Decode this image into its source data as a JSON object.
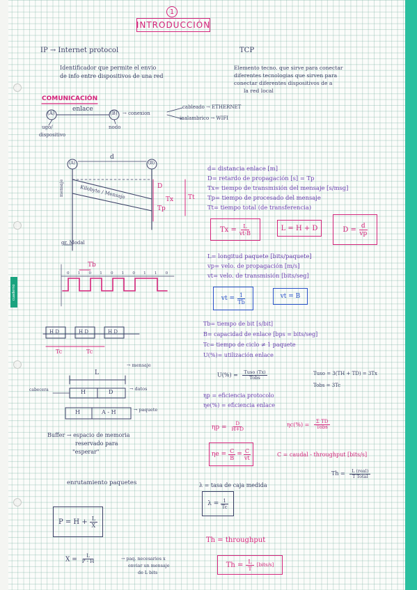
{
  "page_number": "1",
  "title": "INTRODUCCIÓN",
  "ip": {
    "heading": "IP → Internet protocol",
    "desc1": "Identificador que permite el envio",
    "desc2": "de info entre dispositivos de una red"
  },
  "tcp": {
    "heading": "TCP",
    "desc1": "Elemento tecno. que sirve para conectar",
    "desc2": "diferentes tecnologias que sirven para",
    "desc3": "conectar diferentes dispositivos de a",
    "desc4": "la red local"
  },
  "comunicacion": {
    "heading": "COMUNICACIÓN",
    "enlace": "enlace",
    "node_a": "(A)",
    "node_b": "(B)",
    "conexion": "→ conexion",
    "cableado": "cableado → ETHERNET",
    "inalambrico": "inalambrico → WIFI",
    "ugo": "ugo/",
    "dispositivo": "dispositivo",
    "nodo": "nodo"
  },
  "timing": {
    "d": "d",
    "node_a": "(A)",
    "node_b": "(B)",
    "mensaje": "mensaje",
    "label_slope": "Kilobyte / Mensaje",
    "D": "D",
    "Tx": "Tx",
    "Tp": "Tp",
    "Tt": "Tt",
    "grafo": "gr. Modal",
    "def_d": "d= distancia enlace [m]",
    "def_D": "D= retardo de propagación [s] = Tp",
    "def_Tx": "Tx= tiempo de transmisión del mensaje [s/msg]",
    "def_Tp": "Tp= tiempo de procesado del mensaje",
    "def_Tt": "Tt= tiempo total (de transferencia)",
    "f_Tx_lhs": "Tx =",
    "f_Tx_num": "L",
    "f_Tx_den": "vt·B",
    "f_L": "L = H + D",
    "f_D_lhs": "D =",
    "f_D_num": "d",
    "f_D_den": "vp",
    "def_L": "L= longitud paquete [bits/paquete]",
    "def_vp": "vp= velo. de propagación [m/s]",
    "def_vt": "vt= velo. de transmisión [bits/seg]"
  },
  "signal": {
    "Tb": "Tb",
    "bits": "0 1 0 1 0 1 0 1 1 0",
    "f_vt_lhs": "vt =",
    "f_vt_num": "1",
    "f_vt_den": "Tb",
    "f_vt_B": "vt = B"
  },
  "frames": {
    "f1": "H D",
    "f2": "H D",
    "f3": "H D",
    "tc1": "Tc",
    "tc2": "Tc",
    "def_Tb": "Tb= tiempo de bit [s/bit]",
    "def_B": "B= capacidad de enlace [bps = bits/seg]",
    "def_Tc": "Tc= tiempo de ciclo ≠ 1 paquete",
    "def_U": "U(%)= utilización enlace"
  },
  "packet": {
    "L": "L",
    "mensaje": "→ mensaje",
    "cabecera": "cabecera",
    "H": "H",
    "D": "D",
    "datos": "→ datos",
    "H2": "H",
    "AH": "A - H",
    "paquete": "→ paquete",
    "f_U_lhs": "U(%) =",
    "f_U_num": "Tuso (Tx)",
    "f_U_den": "Tobs",
    "tuso": "Tuso = 3(TH + TD) = 3Tx",
    "tobs": "Tobs = 3Tc",
    "def_np": "ηp = eficiencia protocolo",
    "def_ne": "ηe(%) = eficiencia enlace"
  },
  "buffer": {
    "line1": "Buffer → espacio de memoria",
    "line2": "reservado para",
    "line3": "\"esperar\"",
    "f_np_lhs": "ηp =",
    "f_np_num": "D",
    "f_np_den": "H+D",
    "f_nc_lhs": "ηc(%) =",
    "f_nc_num": "Σ TD",
    "f_nc_den": "Tobs",
    "f_ne_lhs": "ηe =",
    "f_ne_num": "C",
    "f_ne_den": "B",
    "f_ne_num2": "C",
    "f_ne_den2": "vt",
    "caudal": "C = caudal - throughput [bits/s]",
    "f_Th_lhs": "Th =",
    "f_Th_num": "L (real)",
    "f_Th_den": "T Total"
  },
  "bottom": {
    "enrutamiento": "enrutamiento paquetes",
    "f_P_lhs": "P = H +",
    "f_P_num": "L",
    "f_P_den": "X",
    "lambda": "λ = tasa de caja medida",
    "f_l_lhs": "λ =",
    "f_l_num": "1",
    "f_l_den": "Tc",
    "f_X_lhs": "X =",
    "f_X_num": "L",
    "f_X_den": "P - H",
    "x_note1": "→ paq. necesarios x",
    "x_note2": "enviar un mensaje",
    "x_note3": "de L bits",
    "th_def": "Th = throughput",
    "f_Th2_lhs": "Th =",
    "f_Th2_num": "L",
    "f_Th2_den": "T",
    "f_Th2_unit": "[bits/s]"
  },
  "brand": "cuaderno"
}
